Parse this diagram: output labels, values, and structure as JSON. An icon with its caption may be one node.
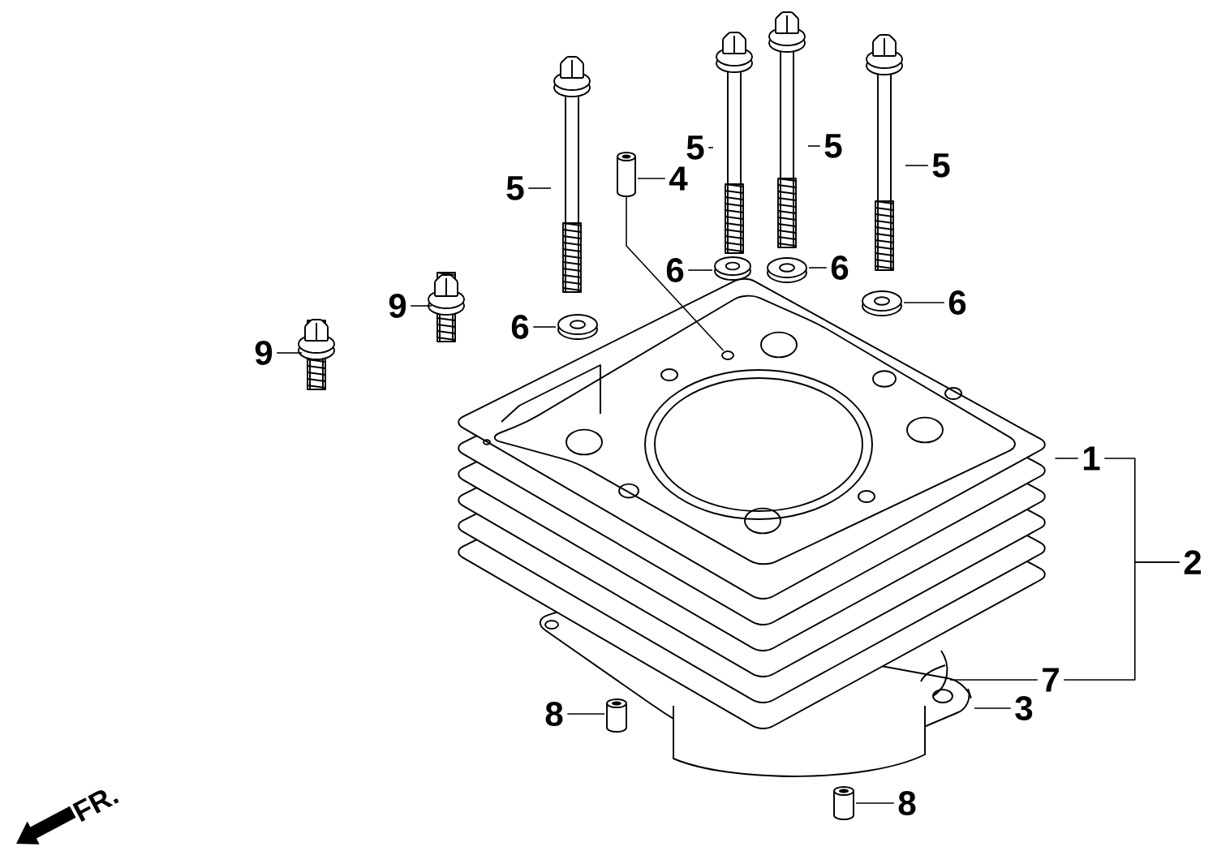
{
  "diagram": {
    "nodes": [
      {
        "text": [
          "5"
        ]
      },
      {
        "text": [
          "4"
        ]
      },
      {
        "text": [
          "5"
        ]
      },
      {
        "text": [
          "5"
        ]
      },
      {
        "text": [
          "5"
        ]
      },
      {
        "text": [
          "6"
        ]
      },
      {
        "text": [
          "6"
        ]
      },
      {
        "text": [
          "9"
        ]
      },
      {
        "text": [
          "6"
        ]
      },
      {
        "text": [
          "6"
        ]
      },
      {
        "text": [
          "9"
        ]
      },
      {
        "text": [
          "1"
        ]
      },
      {
        "text": [
          "2"
        ]
      },
      {
        "text": [
          "7"
        ]
      },
      {
        "text": [
          "8"
        ]
      },
      {
        "text": [
          "3"
        ]
      },
      {
        "text": [
          "8"
        ]
      },
      {
        "text": [],
        "shape": "picture"
      },
      {
        "text": [],
        "shape": "cylinder"
      },
      {
        "text": [],
        "shape": "picture"
      },
      {
        "text": [],
        "shape": "picture"
      },
      {
        "text": [],
        "shape": "picture"
      },
      {
        "text": [],
        "shape": "picture"
      },
      {
        "text": [],
        "shape": "picture"
      },
      {
        "text": [],
        "shape": "picture"
      },
      {
        "text": [],
        "shape": "picture"
      },
      {
        "text": [],
        "shape": "picture"
      },
      {
        "text": [],
        "shape": "picture"
      },
      {
        "text": [],
        "shape": "picture"
      },
      {
        "text": [],
        "shape": "picture"
      },
      {
        "text": [],
        "shape": "picture"
      },
      {
        "text": [],
        "shape": "cylinder"
      },
      {
        "text": [],
        "shape": "cylinder"
      },
      {
        "text": [],
        "shape": "circle"
      }
    ],
    "edges": [
      {
        "from": 0,
        "to": 17,
        "arrow": "none"
      },
      {
        "from": 1,
        "to": 18,
        "arrow": "none"
      },
      {
        "from": 2,
        "to": 19,
        "arrow": "none"
      },
      {
        "from": 3,
        "to": 20,
        "arrow": "none"
      },
      {
        "from": 4,
        "to": 21,
        "arrow": "none"
      },
      {
        "from": 5,
        "to": 22,
        "arrow": "none"
      },
      {
        "from": 6,
        "to": 23,
        "arrow": "none"
      },
      {
        "from": 7,
        "to": 24,
        "arrow": "none"
      },
      {
        "from": 8,
        "to": 25,
        "arrow": "none"
      },
      {
        "from": 9,
        "to": 26,
        "arrow": "none"
      },
      {
        "from": 10,
        "to": 27,
        "arrow": "none"
      },
      {
        "from": 11,
        "to": 28,
        "arrow": "none"
      },
      {
        "from": 12,
        "to": 11,
        "arrow": "none"
      },
      {
        "from": 12,
        "to": 13,
        "arrow": "none"
      },
      {
        "from": 13,
        "to": 29,
        "arrow": "none"
      },
      {
        "from": 14,
        "to": 31,
        "arrow": "none"
      },
      {
        "from": 15,
        "to": 30,
        "arrow": "none"
      },
      {
        "from": 16,
        "to": 32,
        "arrow": "none"
      },
      {
        "from": 18,
        "to": 33,
        "arrow": "none"
      }
    ],
    "labels": [
      "FR."
    ]
  }
}
